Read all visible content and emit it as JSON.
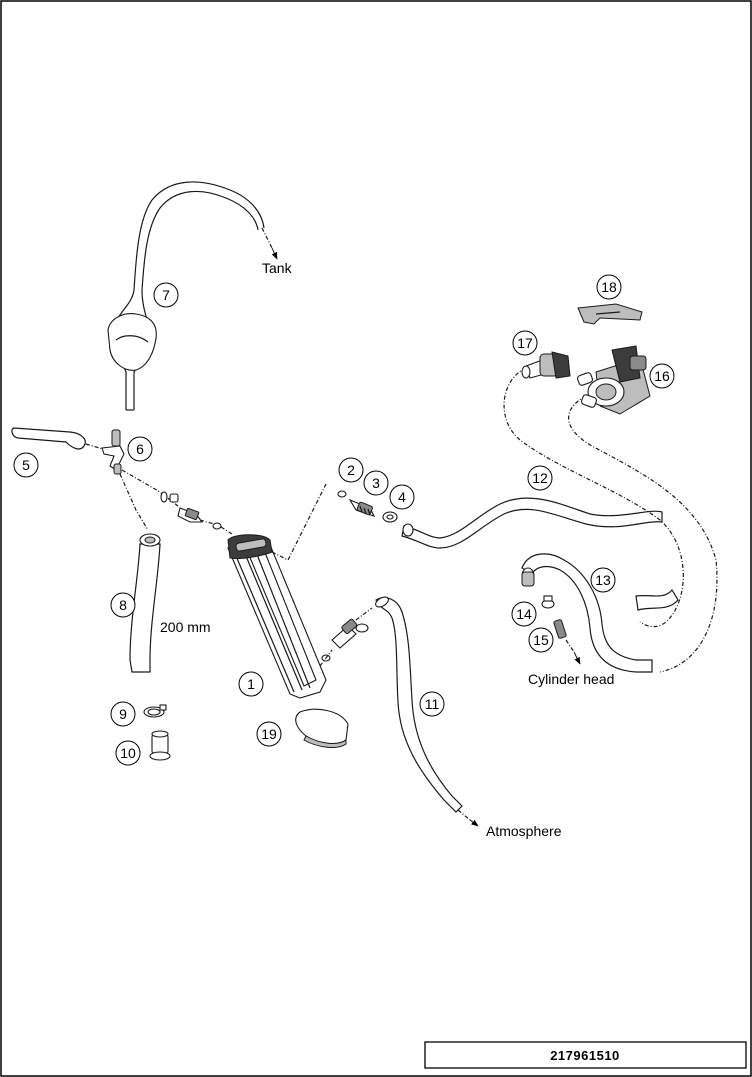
{
  "callouts": [
    {
      "number": "1"
    },
    {
      "number": "2"
    },
    {
      "number": "3"
    },
    {
      "number": "4"
    },
    {
      "number": "5"
    },
    {
      "number": "6"
    },
    {
      "number": "7"
    },
    {
      "number": "8"
    },
    {
      "number": "9"
    },
    {
      "number": "10"
    },
    {
      "number": "11"
    },
    {
      "number": "12"
    },
    {
      "number": "13"
    },
    {
      "number": "14"
    },
    {
      "number": "15"
    },
    {
      "number": "16"
    },
    {
      "number": "17"
    },
    {
      "number": "18"
    },
    {
      "number": "19"
    }
  ],
  "labels": {
    "tank": "Tank",
    "length": "200 mm",
    "cylinder_head": "Cylinder head",
    "atmosphere": "Atmosphere"
  },
  "reference_number": "217961510"
}
